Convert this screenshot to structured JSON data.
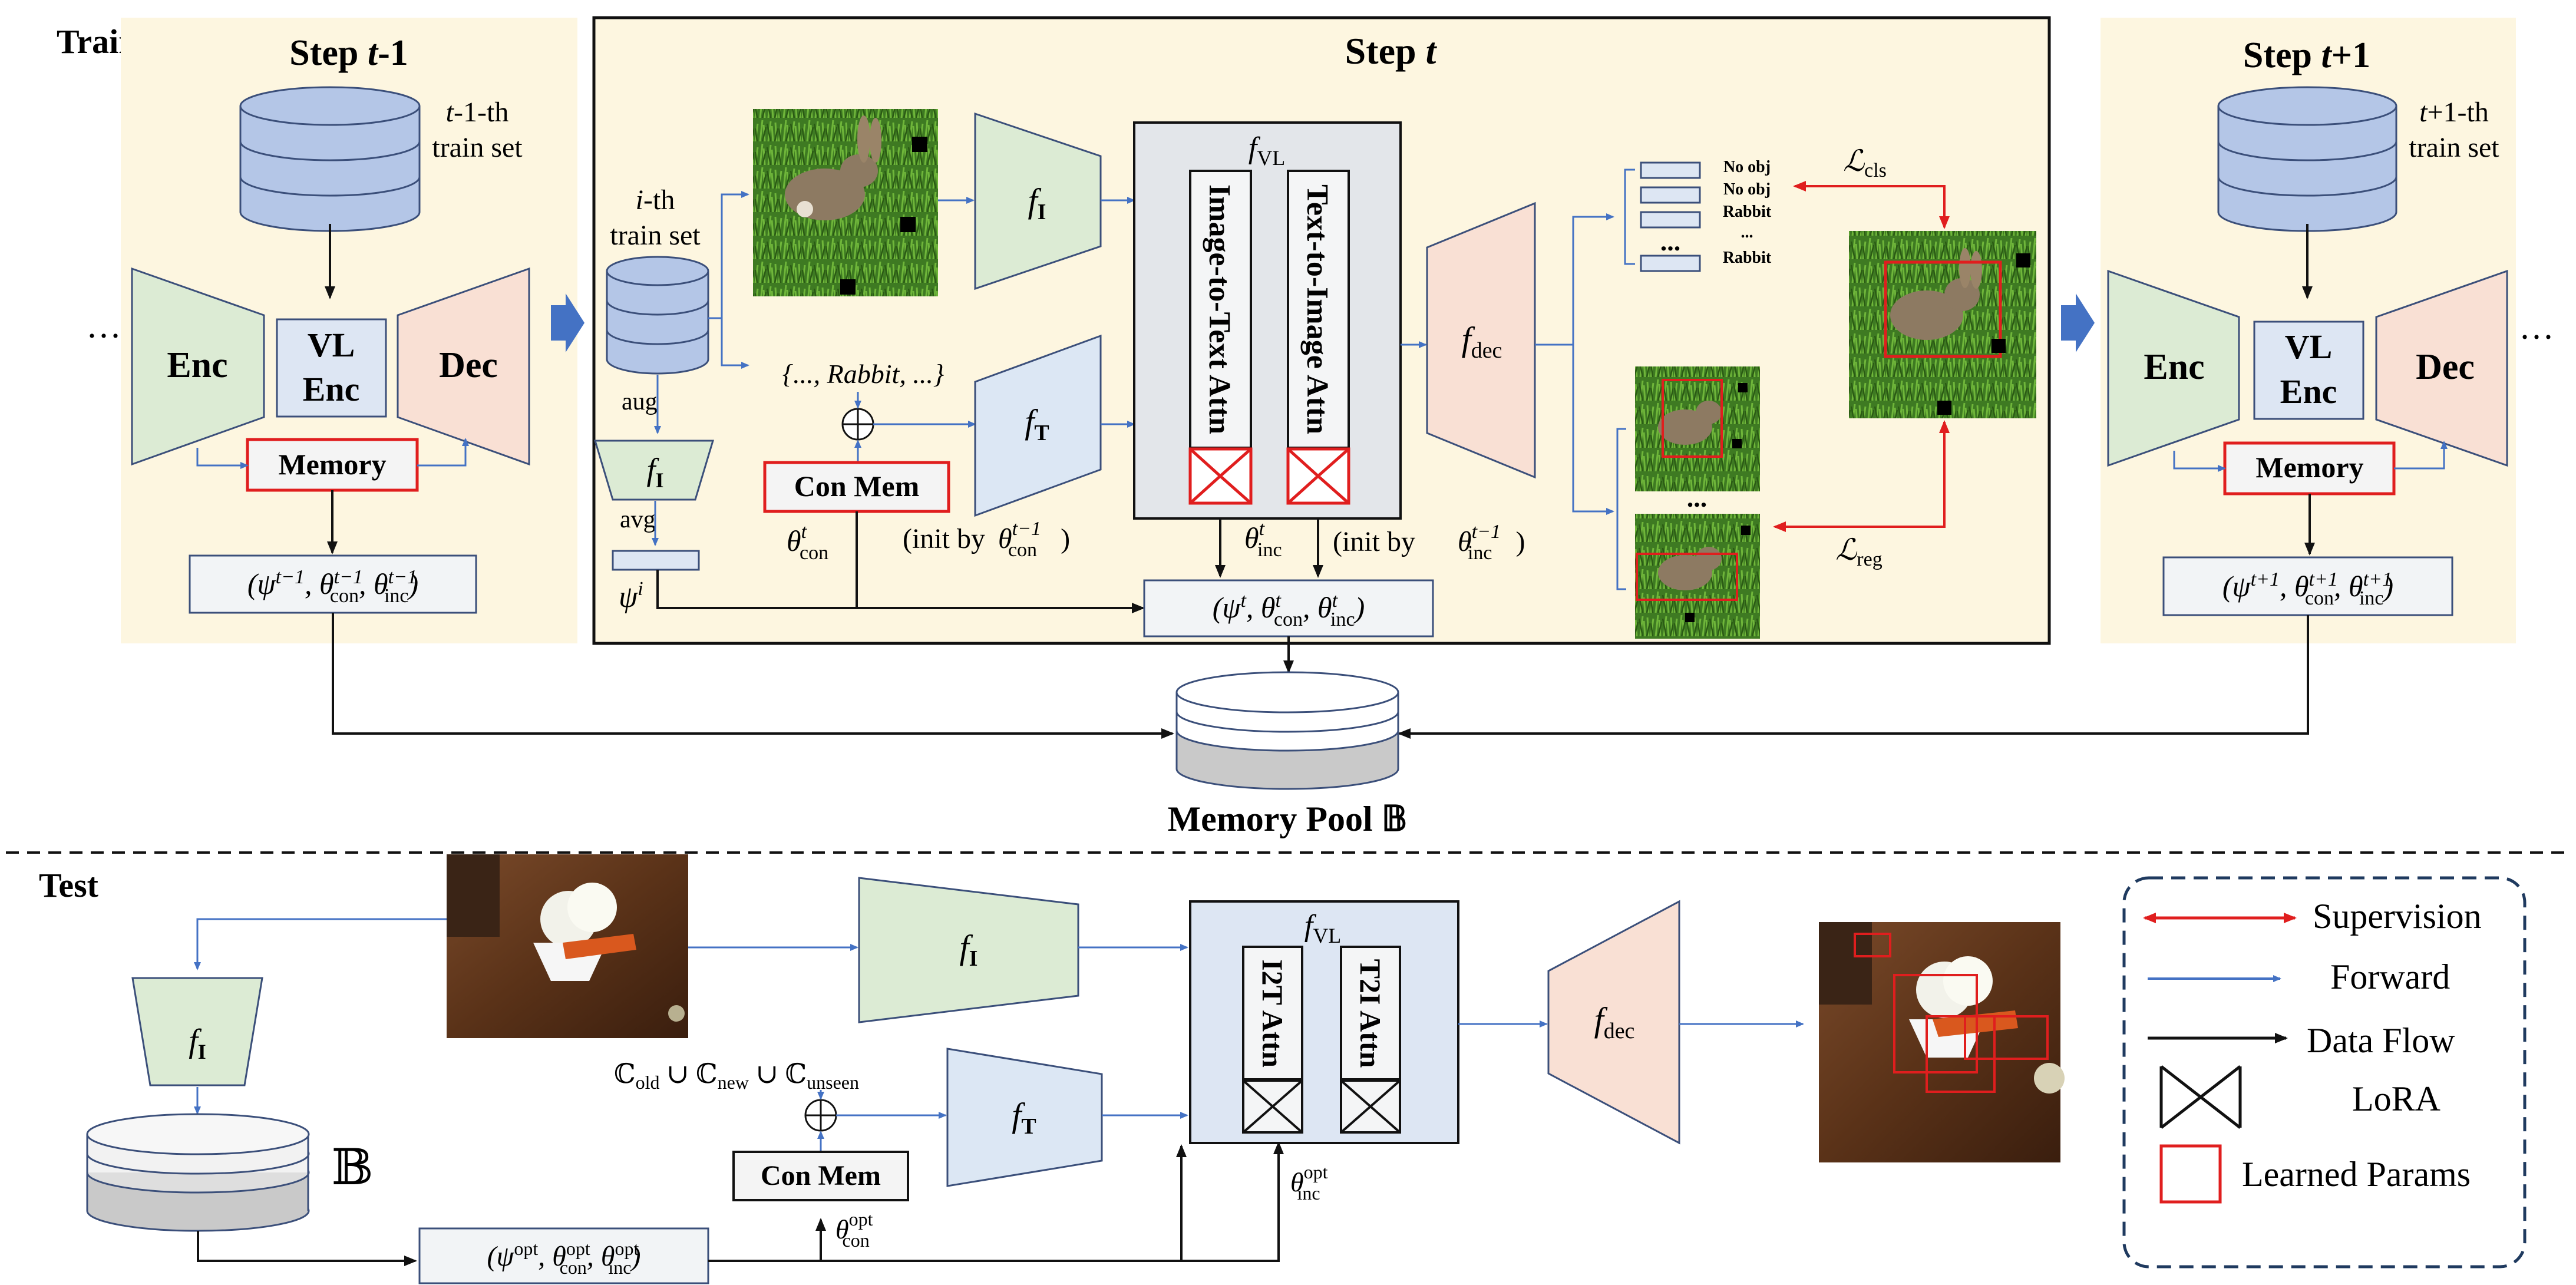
{
  "colors": {
    "panel_yellow": "#fdf6e0",
    "db_blue": "#b4c6e7",
    "db_stroke": "#3b4f7a",
    "enc_green": "#dcebd4",
    "dec_salmon": "#f9e0d4",
    "vl_blue": "#dde6f3",
    "text_blue": "#dce7f4",
    "attn_gray": "#e3e6ea",
    "forward": "#4472c4",
    "supervision": "#e01e1e",
    "learned": "#e01e1e",
    "memory_pool_gray": "#c9c9c9"
  },
  "train": {
    "section_label": "Train",
    "step_prev": {
      "title_pre": "Step ",
      "title_var": "t",
      "title_post": "-1",
      "trainset_line1": "-1-th",
      "trainset_var": "t",
      "trainset_line2": "train set",
      "enc_label": "Enc",
      "vl_enc_line1": "VL",
      "vl_enc_line2": "Enc",
      "dec_label": "Dec",
      "memory_label": "Memory",
      "params_label": "(ψ^{t-1}, θ^{t-1}_con, θ^{t-1}_inc)",
      "ellipsis": "···"
    },
    "step_cur": {
      "title_pre": "Step ",
      "title_var": "t",
      "ith_var": "i",
      "ith_line1": "-th",
      "ith_line2": "train set",
      "aug_label": "aug",
      "avg_label": "avg",
      "fI_label": "f",
      "fI_sub": "I",
      "fT_label": "f",
      "fT_sub": "T",
      "fVL_label": "f",
      "fVL_sub": "VL",
      "fdec_label": "f",
      "fdec_sub": "dec",
      "i2t_label": "Image-to-Text Attn",
      "t2i_label": "Text-to-Image Attn",
      "text_prompt": "{..., Rabbit, ...}",
      "con_mem_label": "Con Mem",
      "theta_con_label": "θ^t_con",
      "init_con_label": "(init by θ^{t-1}_con )",
      "theta_inc_label": "θ^t_inc",
      "init_inc_label": "(init by θ^{t-1}_inc )",
      "psi_i_label": "ψ^i",
      "params_label": "(ψ^t, θ^t_con, θ^t_inc)",
      "cls_outputs": [
        "No obj",
        "No obj",
        "Rabbit",
        "...",
        "Rabbit"
      ],
      "cls_dots": "...",
      "box_dots": "...",
      "loss_cls": "ℒ_cls",
      "loss_reg": "ℒ_reg"
    },
    "step_next": {
      "title_pre": "Step ",
      "title_var": "t",
      "title_post": "+1",
      "trainset_var": "t",
      "trainset_line1": "+1-th",
      "trainset_line2": "train set",
      "enc_label": "Enc",
      "vl_enc_line1": "VL",
      "vl_enc_line2": "Enc",
      "dec_label": "Dec",
      "memory_label": "Memory",
      "params_label": "(ψ^{t+1}, θ^{t+1}_con, θ^{t+1}_inc)",
      "ellipsis": "···"
    },
    "memory_pool_label": "Memory Pool 𝔹"
  },
  "test": {
    "section_label": "Test",
    "fI_label": "f",
    "fI_sub": "I",
    "fI_main_label": "f",
    "fI_main_sub": "I",
    "fT_label": "f",
    "fT_sub": "T",
    "fVL_label": "f",
    "fVL_sub": "VL",
    "fdec_label": "f",
    "fdec_sub": "dec",
    "i2t_label": "I2T Attn",
    "t2i_label": "T2I Attn",
    "classes_label": "ℂ_old ∪ ℂ_new ∪ ℂ_unseen",
    "con_mem_label": "Con Mem",
    "theta_con_opt": "θ^opt_con",
    "theta_inc_opt": "θ^opt_inc",
    "params_label": "(ψ^opt, θ^opt_con, θ^opt_inc)",
    "pool_symbol": "𝔹"
  },
  "legend": {
    "supervision": "Supervision",
    "forward": "Forward",
    "data_flow": "Data Flow",
    "lora": "LoRA",
    "learned_params": "Learned Params"
  }
}
